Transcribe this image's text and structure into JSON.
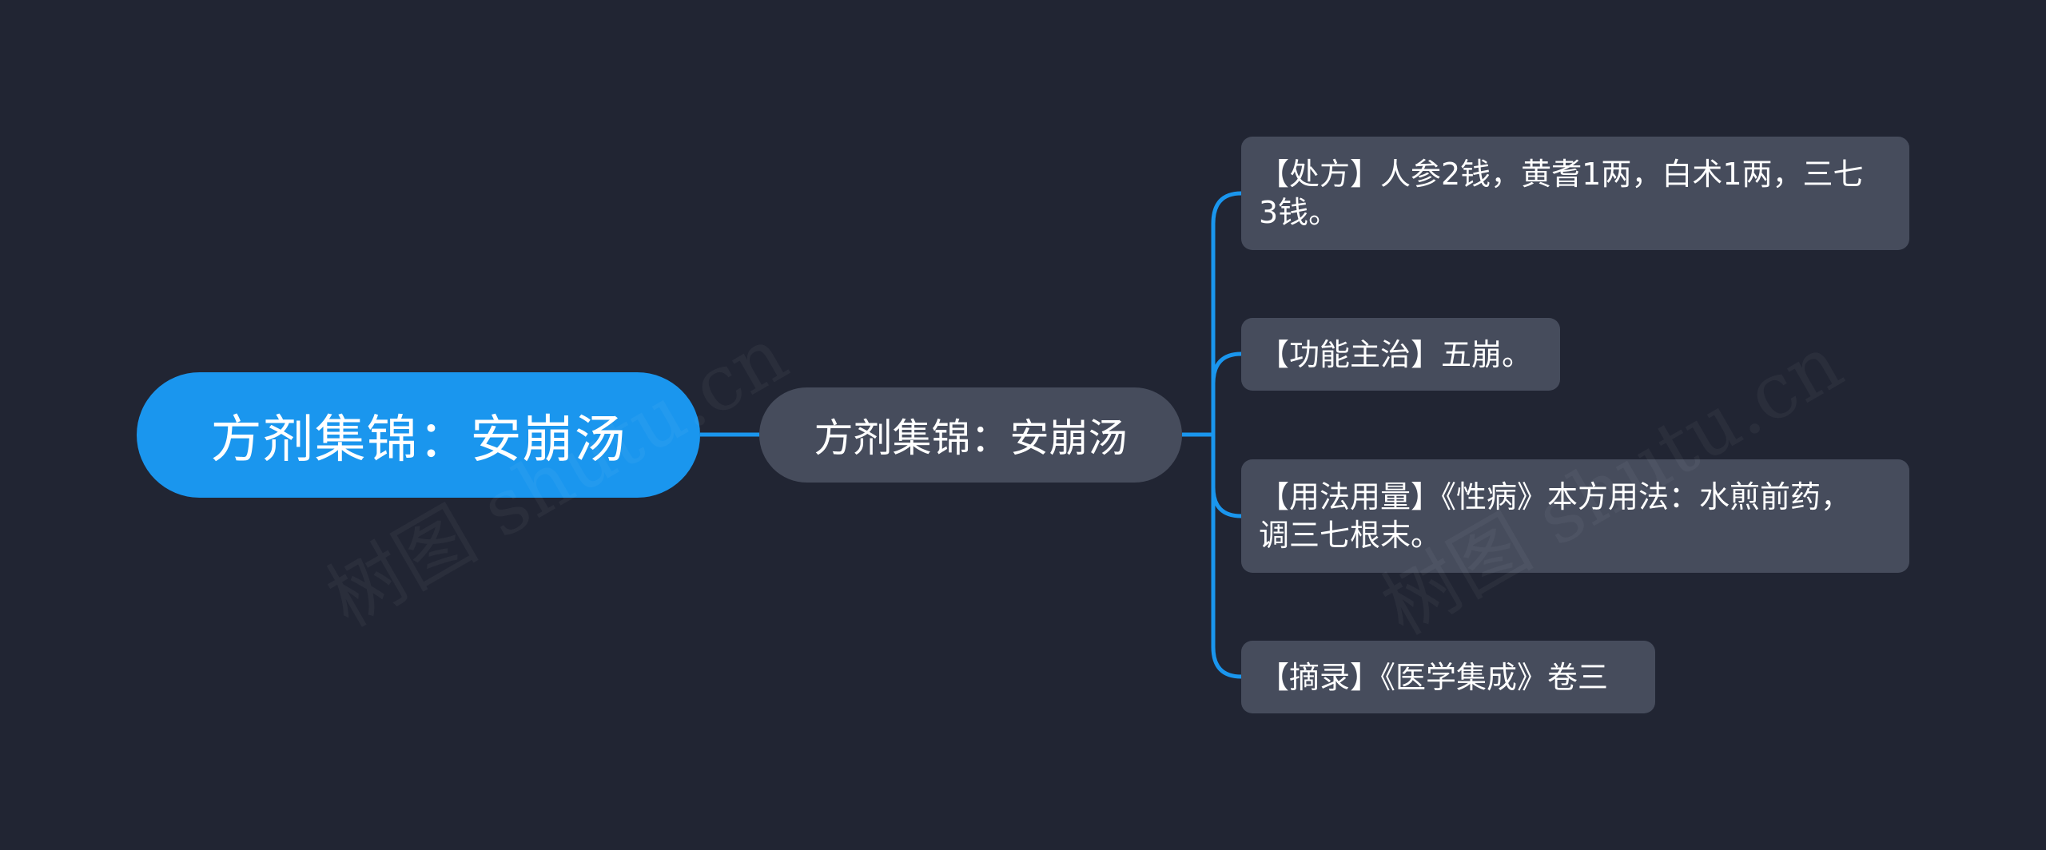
{
  "mindmap": {
    "root": {
      "label": "方剂集锦：安崩汤"
    },
    "branch": {
      "label": "方剂集锦：安崩汤"
    },
    "leaves": [
      {
        "lines": [
          "【处方】人参2钱，黄耆1两，白术1两，三七",
          "3钱。"
        ]
      },
      {
        "lines": [
          "【功能主治】五崩。"
        ]
      },
      {
        "lines": [
          "【用法用量】《性病》本方用法：水煎前药，",
          "调三七根末。"
        ]
      },
      {
        "lines": [
          "【摘录】《医学集成》卷三"
        ]
      }
    ]
  },
  "watermark": {
    "text": "树图 shutu.cn"
  },
  "colors": {
    "background": "#212533",
    "root_fill": "#1a96ee",
    "node_fill": "#464c5c",
    "connector": "#1a96ee",
    "text": "#ffffff"
  }
}
